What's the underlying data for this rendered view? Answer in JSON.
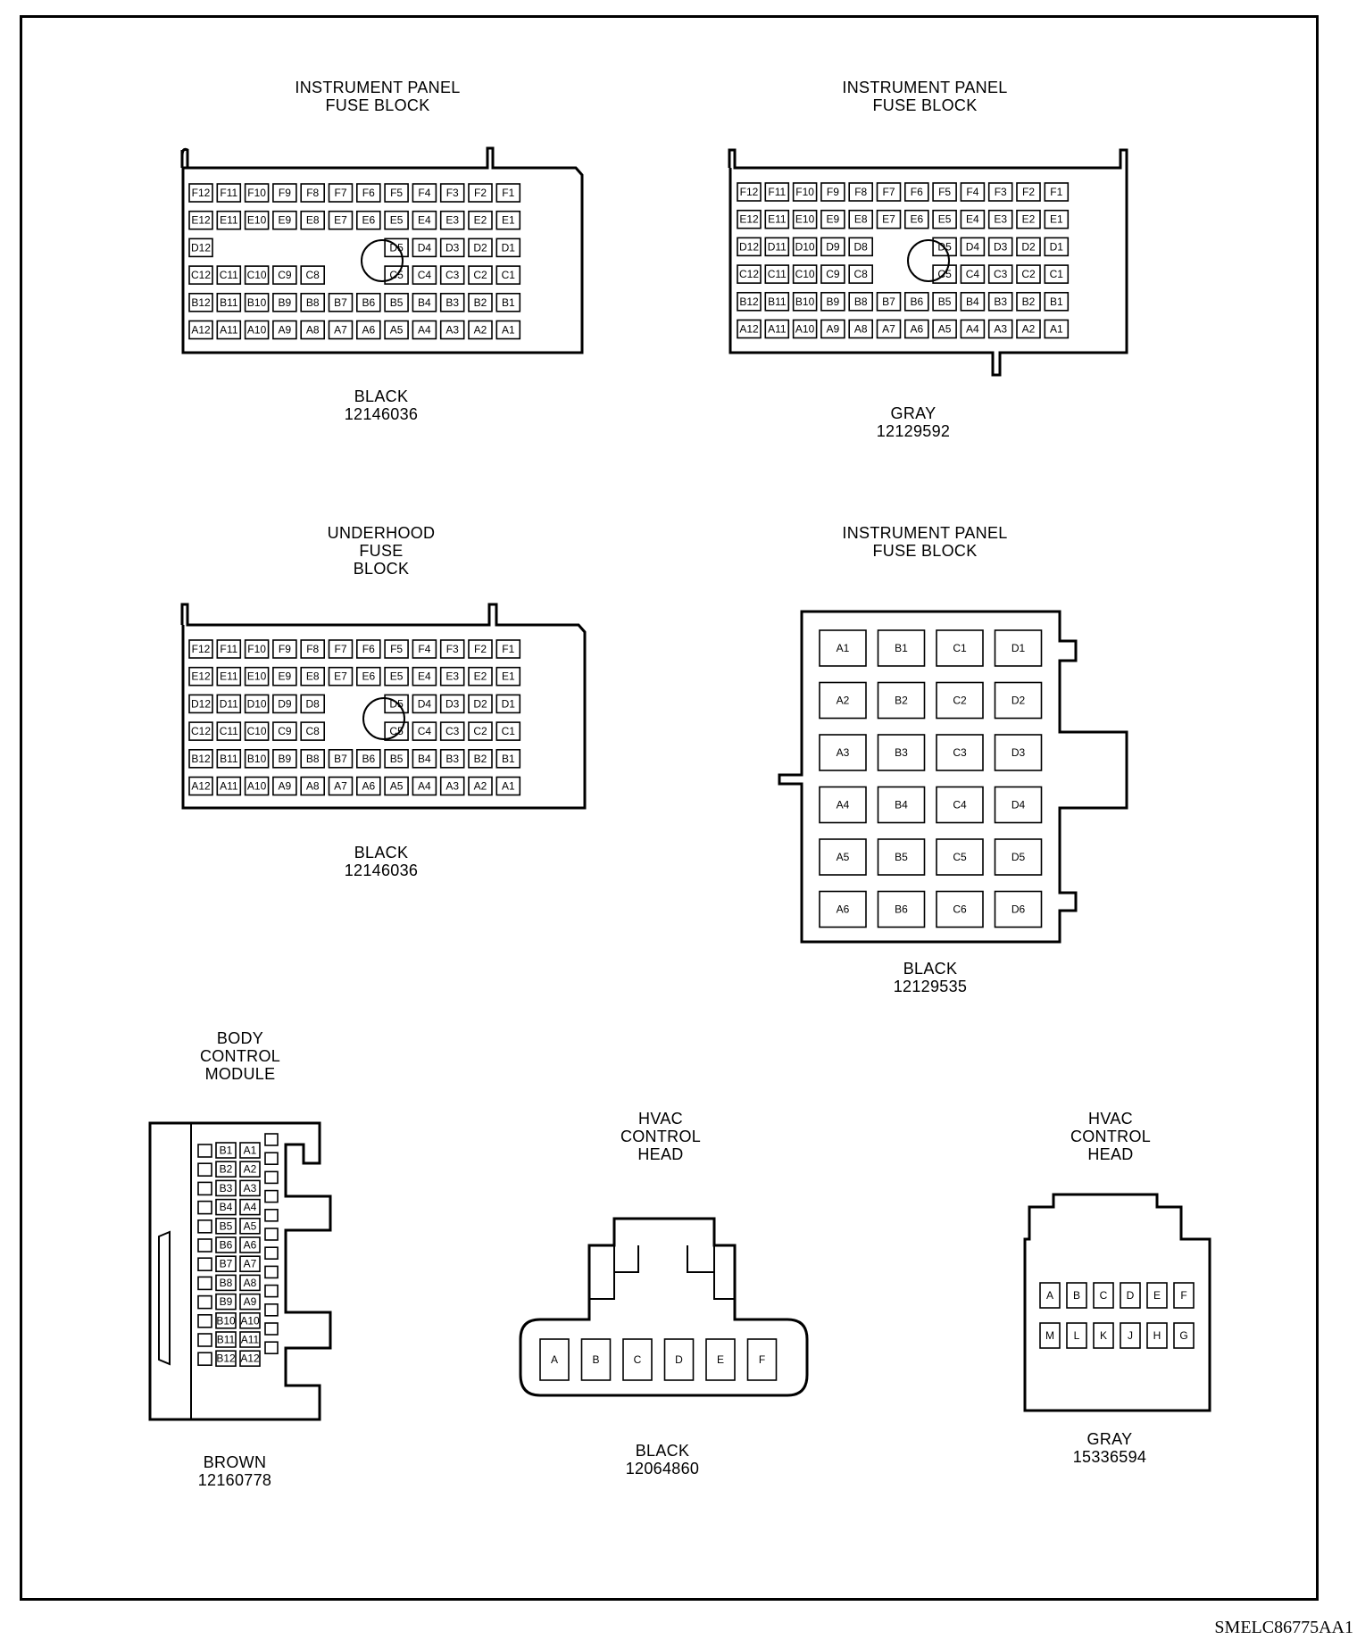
{
  "diagram_id": "SMELC86775AA1",
  "connectors": [
    {
      "id": "ip-fuse-black",
      "title": "INSTRUMENT PANEL\nFUSE BLOCK",
      "color": "BLACK",
      "part": "12146036",
      "rows": [
        "F",
        "E",
        "D",
        "C",
        "B",
        "A"
      ],
      "cols": 12,
      "missing": [
        "D11",
        "D10",
        "D9",
        "D8",
        "D7",
        "D6",
        "C7",
        "C6"
      ]
    },
    {
      "id": "ip-fuse-gray",
      "title": "INSTRUMENT PANEL\nFUSE BLOCK",
      "color": "GRAY",
      "part": "12129592",
      "rows": [
        "F",
        "E",
        "D",
        "C",
        "B",
        "A"
      ],
      "cols": 12,
      "missing": [
        "D7",
        "D6",
        "C7",
        "C6"
      ]
    },
    {
      "id": "underhood-fuse",
      "title": "UNDERHOOD\nFUSE\nBLOCK",
      "color": "BLACK",
      "part": "12146036",
      "rows": [
        "F",
        "E",
        "D",
        "C",
        "B",
        "A"
      ],
      "cols": 12,
      "missing": [
        "D7",
        "D6",
        "C7",
        "C6"
      ]
    },
    {
      "id": "ip-fuse-24",
      "title": "INSTRUMENT PANEL\nFUSE BLOCK",
      "color": "BLACK",
      "part": "12129535",
      "grid_cols": [
        "A",
        "B",
        "C",
        "D"
      ],
      "grid_rows": 6
    },
    {
      "id": "bcm",
      "title": "BODY\nCONTROL\nMODULE",
      "color": "BROWN",
      "part": "12160778",
      "pins_b": [
        "B1",
        "B2",
        "B3",
        "B4",
        "B5",
        "B6",
        "B7",
        "B8",
        "B9",
        "B10",
        "B11",
        "B12"
      ],
      "pins_a": [
        "A1",
        "A2",
        "A3",
        "A4",
        "A5",
        "A6",
        "A7",
        "A8",
        "A9",
        "A10",
        "A11",
        "A12"
      ]
    },
    {
      "id": "hvac-black",
      "title": "HVAC\nCONTROL\nHEAD",
      "color": "BLACK",
      "part": "12064860",
      "pins": [
        "A",
        "B",
        "C",
        "D",
        "E",
        "F"
      ]
    },
    {
      "id": "hvac-gray",
      "title": "HVAC\nCONTROL\nHEAD",
      "color": "GRAY",
      "part": "15336594",
      "pins_top": [
        "A",
        "B",
        "C",
        "D",
        "E",
        "F"
      ],
      "pins_bottom": [
        "M",
        "L",
        "K",
        "J",
        "H",
        "G"
      ]
    }
  ]
}
